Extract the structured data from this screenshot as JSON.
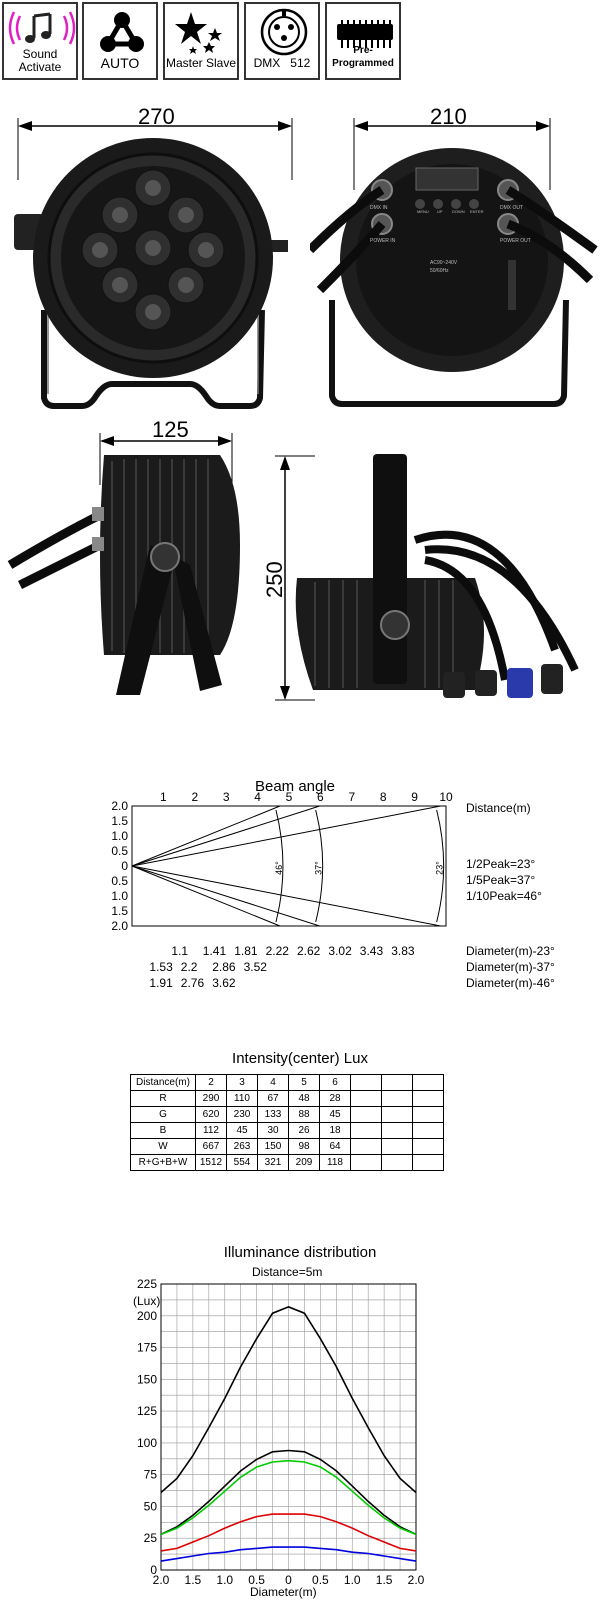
{
  "features": [
    {
      "label": "Sound\nActivate",
      "icon": "sound-activate-icon"
    },
    {
      "label": "AUTO",
      "icon": "auto-icon"
    },
    {
      "label": "Master Slave",
      "icon": "master-slave-icon"
    },
    {
      "label": "DMX   512",
      "icon": "dmx-connector-icon"
    },
    {
      "label": "Pre-Programmed",
      "icon": "chip-icon"
    }
  ],
  "dimensions": {
    "front_width": "270",
    "back_width": "210",
    "side_depth": "125",
    "height": "250"
  },
  "back_panel": {
    "dmx_in": "DMX IN",
    "dmx_out": "DMX OUT",
    "power_in": "POWER IN",
    "power_out": "POWER OUT",
    "buttons": [
      "MENU",
      "UP",
      "DOWN",
      "ENTER"
    ],
    "voltage": "AC90~240V",
    "freq": "50/60Hz"
  },
  "chart_data": [
    {
      "type": "line",
      "title": "Beam angle",
      "x_axis_label": "Distance(m)",
      "x": [
        1,
        2,
        3,
        4,
        5,
        6,
        7,
        8,
        9,
        10
      ],
      "y_ticks": [
        "2.0",
        "1.5",
        "1.0",
        "0.5",
        "0",
        "0.5",
        "1.0",
        "1.5",
        "2.0"
      ],
      "xlim": [
        0,
        10
      ],
      "ylim": [
        -2,
        2
      ],
      "beam_angles": [
        23,
        37,
        46
      ],
      "legend": [
        "1/2Peak=23°",
        "1/5Peak=37°",
        "1/10Peak=46°"
      ],
      "angle_labels": [
        "46°",
        "37°",
        "23°"
      ],
      "diameter_rows": [
        {
          "label": "Diameter(m)-23°",
          "values": [
            "1.1",
            "1.41",
            "1.81",
            "2.22",
            "2.62",
            "3.02",
            "3.43",
            "3.83"
          ]
        },
        {
          "label": "Diameter(m)-37°",
          "values": [
            "1.53",
            "2.2",
            "2.86",
            "3.52"
          ]
        },
        {
          "label": "Diameter(m)-46°",
          "values": [
            "1.91",
            "2.76",
            "3.62"
          ]
        }
      ]
    },
    {
      "type": "table",
      "title": "Intensity(center) Lux",
      "columns": [
        "Distance(m)",
        "2",
        "3",
        "4",
        "5",
        "6",
        "",
        "",
        ""
      ],
      "rows": [
        [
          "R",
          "290",
          "110",
          "67",
          "48",
          "28",
          "",
          "",
          ""
        ],
        [
          "G",
          "620",
          "230",
          "133",
          "88",
          "45",
          "",
          "",
          ""
        ],
        [
          "B",
          "112",
          "45",
          "30",
          "26",
          "18",
          "",
          "",
          ""
        ],
        [
          "W",
          "667",
          "263",
          "150",
          "98",
          "64",
          "",
          "",
          ""
        ],
        [
          "R+G+B+W",
          "1512",
          "554",
          "321",
          "209",
          "118",
          "",
          "",
          ""
        ]
      ]
    },
    {
      "type": "line",
      "title": "Illuminance distribution",
      "subtitle": "Distance=5m",
      "xlabel": "Diameter(m)",
      "ylabel": "(Lux)",
      "x_ticks": [
        "2.0",
        "1.5",
        "1.0",
        "0.5",
        "0",
        "0.5",
        "1.0",
        "1.5",
        "2.0"
      ],
      "y_ticks": [
        0,
        25,
        50,
        75,
        100,
        125,
        150,
        175,
        200,
        225
      ],
      "xlim": [
        -2,
        2
      ],
      "ylim": [
        0,
        225
      ],
      "grid": true,
      "x": [
        -2.0,
        -1.75,
        -1.5,
        -1.25,
        -1.0,
        -0.75,
        -0.5,
        -0.25,
        0,
        0.25,
        0.5,
        0.75,
        1.0,
        1.25,
        1.5,
        1.75,
        2.0
      ],
      "series": [
        {
          "color": "#000000",
          "values": [
            61,
            72,
            90,
            112,
            135,
            160,
            182,
            202,
            207,
            202,
            182,
            160,
            135,
            112,
            90,
            72,
            61
          ]
        },
        {
          "color": "#000000",
          "values": [
            28,
            34,
            43,
            54,
            66,
            78,
            87,
            93,
            94,
            93,
            87,
            78,
            66,
            54,
            43,
            34,
            28
          ]
        },
        {
          "color": "#00cc00",
          "values": [
            28,
            33,
            41,
            51,
            62,
            73,
            81,
            85,
            86,
            85,
            81,
            73,
            62,
            51,
            41,
            33,
            28
          ]
        },
        {
          "color": "#dd0000",
          "values": [
            15,
            17,
            22,
            27,
            33,
            38,
            42,
            44,
            44,
            44,
            42,
            38,
            33,
            27,
            22,
            17,
            15
          ]
        },
        {
          "color": "#0000dd",
          "values": [
            7,
            9,
            11,
            13,
            14,
            16,
            17,
            18,
            18,
            18,
            17,
            16,
            14,
            13,
            11,
            9,
            7
          ]
        }
      ]
    }
  ]
}
